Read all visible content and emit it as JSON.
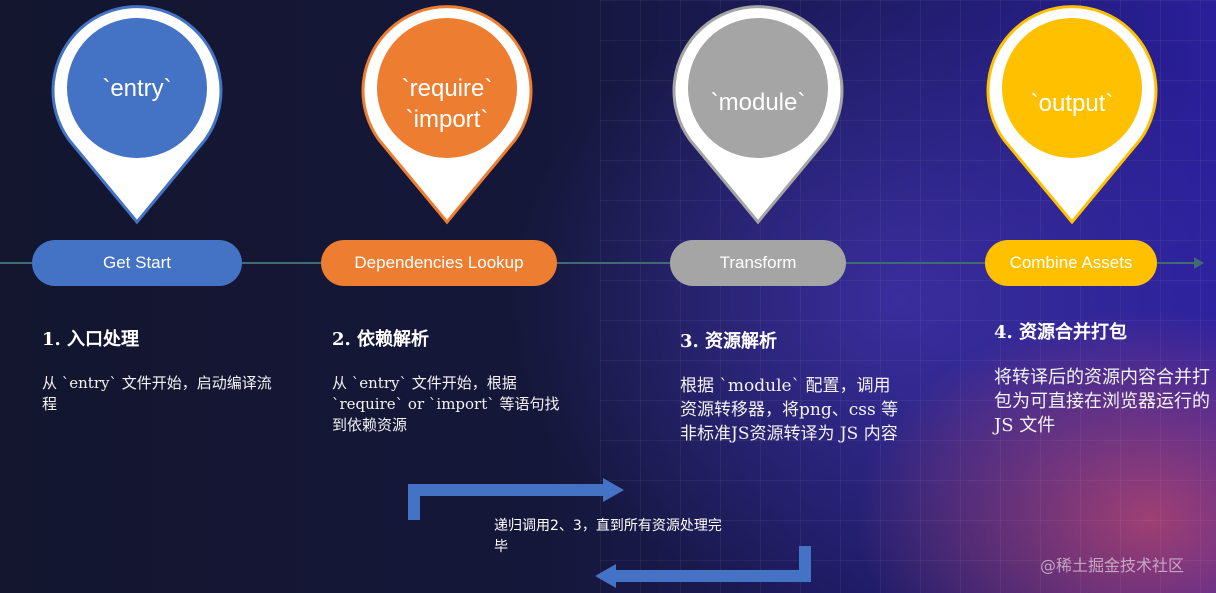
{
  "stages": [
    {
      "pin_lines": [
        "`entry`"
      ],
      "pill": "Get Start",
      "title": "1. 入口处理",
      "desc": "从 `entry` 文件开始，启动编译流程",
      "color": "#4472c4",
      "pin_color": "#4c74c8"
    },
    {
      "pin_lines": [
        "`require`",
        "`import`"
      ],
      "pill": "Dependencies Lookup",
      "title": "2. 依赖解析",
      "desc": "从 `entry` 文件开始，根据 `require` or `import` 等语句找到依赖资源",
      "color": "#ed7d31",
      "pin_color": "#ed7d31"
    },
    {
      "pin_lines": [
        "`module`"
      ],
      "pill": "Transform",
      "title": "3. 资源解析",
      "desc": "根据 `module` 配置，调用资源转移器，将png、css 等非标准JS资源转译为 JS 内容",
      "color": "#a5a5a5",
      "pin_color": "#a5a5a5"
    },
    {
      "pin_lines": [
        "`output`"
      ],
      "pill": "Combine Assets",
      "title": "4. 资源合并打包",
      "desc": "将转译后的资源内容合并打包为可直接在浏览器运行的 JS 文件",
      "color": "#ffc000",
      "pin_color": "#ffc000"
    }
  ],
  "loop_text": "递归调用2、3，直到所有资源处理完毕",
  "watermark": "@稀土掘金技术社区"
}
